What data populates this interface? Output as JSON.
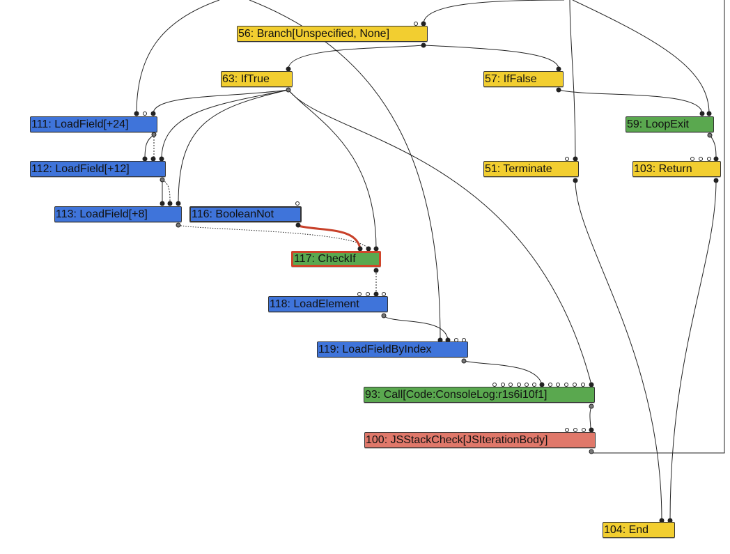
{
  "colors": {
    "control": "#f2ce30",
    "load": "#3f74da",
    "effect": "#5aa84f",
    "check": "#e0786a",
    "edge": "#222222",
    "highlight_edge": "#c8412a",
    "selected_border": "#d0452a"
  },
  "nodes": {
    "n56": {
      "label": "56: Branch[Unspecified, None]"
    },
    "n63": {
      "label": "63: IfTrue"
    },
    "n57": {
      "label": "57: IfFalse"
    },
    "n111": {
      "label": "111: LoadField[+24]"
    },
    "n59": {
      "label": "59: LoopExit"
    },
    "n112": {
      "label": "112: LoadField[+12]"
    },
    "n51": {
      "label": "51: Terminate"
    },
    "n103": {
      "label": "103: Return"
    },
    "n113": {
      "label": "113: LoadField[+8]"
    },
    "n116": {
      "label": "116: BooleanNot"
    },
    "n117": {
      "label": "117: CheckIf"
    },
    "n118": {
      "label": "118: LoadElement"
    },
    "n119": {
      "label": "119: LoadFieldByIndex"
    },
    "n93": {
      "label": "93: Call[Code:ConsoleLog:r1s6i10f1]"
    },
    "n100": {
      "label": "100: JSStackCheck[JSIterationBody]"
    },
    "n104": {
      "label": "104: End"
    }
  }
}
